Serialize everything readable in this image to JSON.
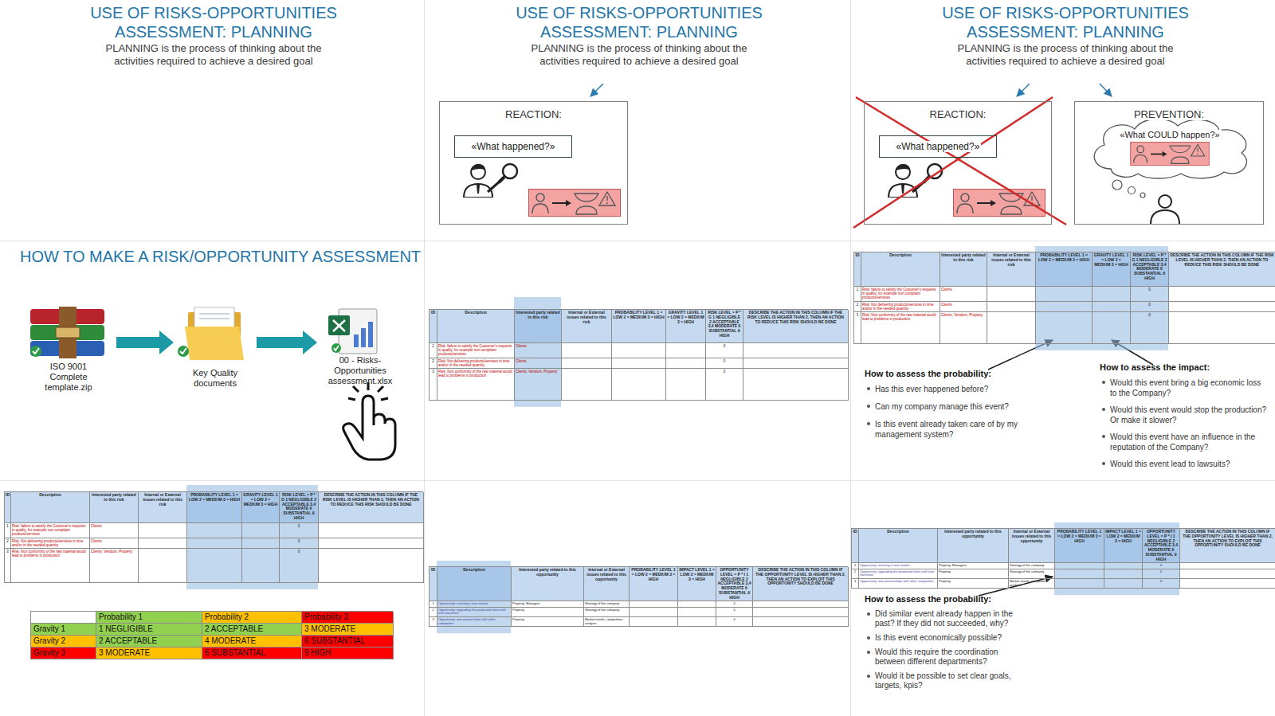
{
  "diagram": {
    "nodes": [
      {
        "text": [
          "REACTION:"
        ]
      },
      {
        "text": [
          "«What happened?»"
        ],
        "in": 0
      },
      {
        "text": [
          "REACTION:"
        ]
      },
      {
        "text": [
          "«What happened?»"
        ],
        "in": 2
      },
      {
        "text": [
          "PREVENTION:"
        ]
      },
      {
        "text": [
          "«What COULD happen?»"
        ],
        "in": 4
      },
      {
        "text": [
          "ISO 9001 Complete template.zip"
        ]
      },
      {
        "text": [
          "Key Quality documents"
        ]
      },
      {
        "text": [
          "00 - Risks-Opportunities assessment.xlsx"
        ]
      }
    ],
    "edges": [
      {
        "from": 6,
        "to": 7,
        "arrow": "to"
      },
      {
        "from": 7,
        "to": 8,
        "arrow": "to"
      }
    ],
    "labels": [
      "USE OF RISKS-OPPORTUNITIES ASSESSMENT: PLANNING",
      "PLANNING is the process of thinking about the activities required to achieve a desired goal",
      "USE OF RISKS-OPPORTUNITIES ASSESSMENT: PLANNING",
      "PLANNING is the process of thinking about the activities required to achieve a desired goal",
      "USE OF RISKS-OPPORTUNITIES ASSESSMENT: PLANNING",
      "PLANNING is the process of thinking about the activities required to achieve a desired goal",
      "HOW TO MAKE A RISK/OPPORTUNITY ASSESSMENT",
      "ID",
      "Description",
      "Interested party related to this risk",
      "Internal or External issues related to this risk",
      "PROBABILITY LEVEL 1 = LOW 2 = MEDIUM 3 = HIGH",
      "GRAVITY LEVEL 1 = LOW 2 = MEDIUM 3 = HIGH",
      "RISK LEVEL = P * G 1 NEGLIGIBLE 2 ACCEPTABLE 3,4 MODERATE 6 SUBSTANTIAL 9 HIGH",
      "DESCRIBE THE ACTION IN THIS COLUMN IF THE RISK LEVEL IS HIGHER THAN 2, THEN AN ACTION TO REDUCE THIS RISK SHOULD BE DONE",
      "1",
      "Risk: failure to satisfy the Customer's requests in quality, for example non compliant products/services",
      "Clients",
      "0",
      "2",
      "Risk: Not delivering products/services in time and/or in the needed quantity",
      "Clients",
      "0",
      "3",
      "Risk: Non conformity of the raw material would lead to problems in production",
      "Clients, Vendors, Property",
      "0",
      "ID",
      "Description",
      "Interested party related to this risk",
      "Internal or External issues related to this risk",
      "PROBABILITY LEVEL 1 = LOW 2 = MEDIUM 3 = HIGH",
      "GRAVITY LEVEL 1 = LOW 2 = MEDIUM 3 = HIGH",
      "RISK LEVEL = P * G 1 NEGLIGIBLE 2 ACCEPTABLE 3,4 MODERATE 6 SUBSTANTIAL 9 HIGH",
      "DESCRIBE THE ACTION IN THIS COLUMN IF THE RISK LEVEL IS HIGHER THAN 2, THEN AN ACTION TO REDUCE THIS RISK SHOULD BE DONE",
      "1",
      "Risk: failure to satisfy the Customer's requests in quality, for example non compliant products/services",
      "Clients",
      "0",
      "2",
      "Risk: Not delivering products/services in time and/or in the needed quantity",
      "Clients",
      "0",
      "3",
      "Risk: Non conformity of the raw material would lead to problems in production",
      "Clients, Vendors, Property",
      "0",
      "How to assess the probability:",
      "Has this ever happened before?",
      "Can my company manage this event?",
      "Is this event already taken care of by my management system?",
      "How to assess the impact:",
      "Would this event bring a big economic loss to the Company?",
      "Would this event would stop the production? Or make it slower?",
      "Would this event have an influence in the reputation of the Company?",
      "Would this event lead to lawsuits?",
      "ID",
      "Description",
      "Interested party related to this risk",
      "Internal or External issues related to this risk",
      "PROBABILITY LEVEL 1 = LOW 2 = MEDIUM 3 = HIGH",
      "GRAVITY LEVEL 1 = LOW 2 = MEDIUM 3 = HIGH",
      "RISK LEVEL = P * G 1 NEGLIGIBLE 2 ACCEPTABLE 3,4 MODERATE 6 SUBSTANTIAL 9 HIGH",
      "DESCRIBE THE ACTION IN THIS COLUMN IF THE RISK LEVEL IS HIGHER THAN 2, THEN AN ACTION TO REDUCE THIS RISK SHOULD BE DONE",
      "1",
      "Risk: failure to satisfy the Customer's requests in quality, for example non compliant products/services",
      "Clients",
      "0",
      "2",
      "Risk: Not delivering products/services in time and/or in the needed quantity",
      "Clients",
      "0",
      "3",
      "Risk: Non conformity of the raw material would lead to problems in production",
      "Clients, Vendors, Property",
      "0",
      "Probability 1",
      "Probability 2",
      "Probability 3",
      "Gravity 1",
      "1 NEGLIGIBLE",
      "2 ACCEPTABLE",
      "3 MODERATE",
      "Gravity 2",
      "2 ACCEPTABLE",
      "4 MODERATE",
      "6 SUBSTANTIAL",
      "Gravity 3",
      "3 MODERATE",
      "6 SUBSTANTIAL",
      "9 HIGH",
      "ID",
      "Description",
      "Interested party related to this opportunity",
      "Internal or External issues related to this opportunity",
      "PROBABILITY LEVEL 1 = LOW 2 = MEDIUM 3 = HIGH",
      "IMPACT LEVEL 1 = LOW 2 = MEDIUM 3 = HIGH",
      "OPPORTUNITY LEVEL = P * I 1 NEGLIGIBLE 2 ACCEPTABLE 3,4 MODERATE 6 SUBSTANTIAL 9 HIGH",
      "DESCRIBE THE ACTION IN THIS COLUMN IF THE OPPORTUNITY LEVEL IS HIGHER THAN 2, THEN AN ACTION TO EXPLOIT THIS OPPORTUNITY SHOULD BE DONE",
      "1",
      "Opportunity: entering a new market",
      "Property, Managers",
      "Strategy of the company",
      "0",
      "2",
      "Opportunity: upgrading the production lines with new machines",
      "Property",
      "Strategy of the company",
      "0",
      "3",
      "Opportunity: new partnerships with other companies",
      "Property",
      "Market trends, competitors analysis",
      "0",
      "ID",
      "Description",
      "Interested party related to this opportunity",
      "Internal or External issues related to this opportunity",
      "PROBABILITY LEVEL 1 = LOW 2 = MEDIUM 3 = HIGH",
      "IMPACT LEVEL 1 = LOW 2 = MEDIUM 3 = HIGH",
      "OPPORTUNITY LEVEL = P * I 1 NEGLIGIBLE 2 ACCEPTABLE 3,4 MODERATE 6 SUBSTANTIAL 9 HIGH",
      "DESCRIBE THE ACTION IN THIS COLUMN IF THE OPPORTUNITY LEVEL IS HIGHER THAN 2, THEN AN ACTION TO EXPLOIT THIS OPPORTUNITY SHOULD BE DONE",
      "1",
      "Opportunity: entering a new market",
      "Property, Managers",
      "Strategy of the company",
      "0",
      "2",
      "Opportunity: upgrading the production lines with new machines",
      "Property",
      "Strategy of the company",
      "0",
      "3",
      "Opportunity: new partnerships with other companies",
      "Property",
      "Market trends, competitors analysis",
      "0",
      "How to assess the probability:",
      "Did similar event already happen in the past? If they did not succeeded, why?",
      "Is this event economically possible?",
      "Would this require the coordination between different departments?",
      "Would it be possible to set clear goals, targets, kpis?"
    ]
  }
}
